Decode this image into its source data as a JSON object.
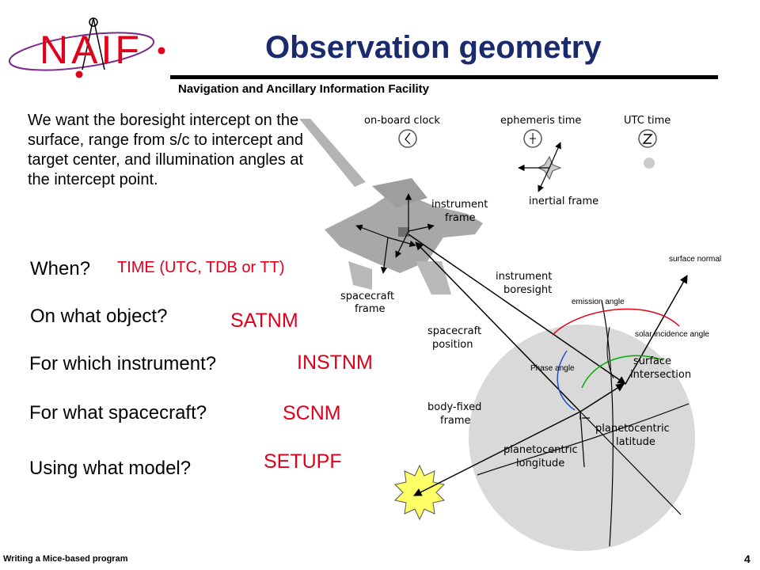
{
  "logo": {
    "text": "NAIF"
  },
  "header": {
    "title": "Observation geometry",
    "subtitle": "Navigation and Ancillary Information Facility"
  },
  "intro": "We want the boresight intercept on the surface, range from s/c to intercept and target center, and illumination angles at the intercept point.",
  "questions": [
    {
      "question": "When?",
      "answer": "TIME (UTC, TDB or TT)"
    },
    {
      "question": "On what object?",
      "answer": "SATNM"
    },
    {
      "question": "For which instrument?",
      "answer": "INSTNM"
    },
    {
      "question": "For what spacecraft?",
      "answer": "SCNM"
    },
    {
      "question": "Using what model?",
      "answer": "SETUPF"
    }
  ],
  "diagram": {
    "clock_labels": {
      "onboard": "on-board clock",
      "ephemeris": "ephemeris time",
      "utc": "UTC time"
    },
    "frame_labels": {
      "inertial": "inertial frame",
      "instrument_1": "instrument",
      "instrument_2": "frame",
      "spacecraft_1": "spacecraft",
      "spacecraft_2": "frame",
      "body_fixed_1": "body-fixed",
      "body_fixed_2": "frame"
    },
    "vector_labels": {
      "boresight_1": "instrument",
      "boresight_2": "boresight",
      "sc_position_1": "spacecraft",
      "sc_position_2": "position",
      "surface_1": "surface",
      "surface_2": "intersection",
      "latitude_1": "planetocentric",
      "latitude_2": "latitude",
      "longitude_1": "planetocentric",
      "longitude_2": "longitude"
    },
    "angle_labels": {
      "surface_normal": "surface normal",
      "emission": "emission angle",
      "solar_incidence": "solar incidence angle",
      "phase": "Phase angle"
    },
    "colors": {
      "emission": "#e8001c",
      "incidence": "#00b000",
      "phase": "#1f4fd0",
      "planet": "#d9d9d9",
      "spacecraft": "#aaaaaa",
      "sun": "#ffff66"
    }
  },
  "footer": {
    "text": "Writing a Mice-based program",
    "page": "4"
  }
}
